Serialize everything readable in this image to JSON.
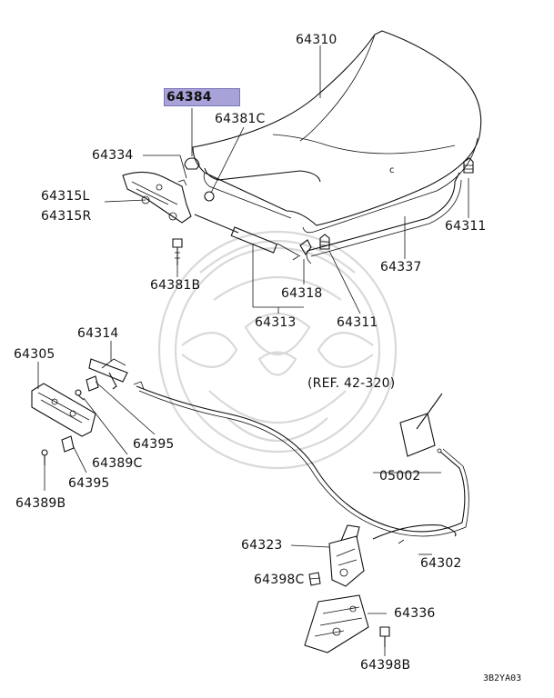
{
  "labels": {
    "p64310": "64310",
    "p64384": "64384",
    "p64381c": "64381C",
    "p64334": "64334",
    "p64315l": "64315L",
    "p64315r": "64315R",
    "p64311a": "64311",
    "p64337": "64337",
    "p64381b": "64381B",
    "p64318": "64318",
    "p64313": "64313",
    "p64311b": "64311",
    "p64314": "64314",
    "p64305": "64305",
    "ref": "(REF. 42-320)",
    "p64395a": "64395",
    "p64389c": "64389C",
    "p05002": "05002",
    "p64395b": "64395",
    "p64389b": "64389B",
    "p64323": "64323",
    "p64302": "64302",
    "p64398c": "64398C",
    "p64336": "64336",
    "p64398b": "64398B"
  },
  "footer": {
    "code": "3B2YA03"
  },
  "highlight_color": "#a7a2d8"
}
